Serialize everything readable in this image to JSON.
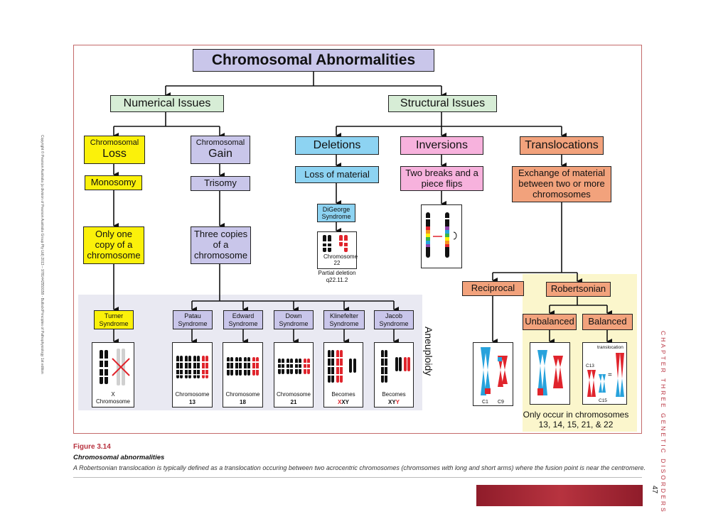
{
  "title": "Chromosomal Abnormalities",
  "numerical": "Numerical Issues",
  "structural": "Structural Issues",
  "loss": {
    "small": "Chromosomal",
    "big": "Loss"
  },
  "gain": {
    "small": "Chromosomal",
    "big": "Gain"
  },
  "monosomy": "Monosomy",
  "trisomy": "Trisomy",
  "only_one": "Only one copy of a chromosome",
  "three_copies": "Three copies of a chromosome",
  "deletions": "Deletions",
  "inversions": "Inversions",
  "translocations": "Translocations",
  "loss_material": "Loss of material",
  "two_breaks": "Two breaks and a piece flips",
  "exchange": "Exchange of material between two or more chromosomes",
  "digeorge": "DiGeorge Syndrome",
  "deletion_karyo": {
    "label": "Chromosome 22",
    "note1": "Partial deletion",
    "note2": "q22.11.2"
  },
  "reciprocal": "Reciprocal",
  "robertsonian": "Robertsonian",
  "unbalanced": "Unbalanced",
  "balanced": "Balanced",
  "aneuploidy": "Aneuploidy",
  "syndromes": {
    "turner": "Turner Syndrome",
    "patau": "Patau Syndrome",
    "edward": "Edward Syndrome",
    "down": "Down Syndrome",
    "klinefelter": "Klinefelter Syndrome",
    "jacob": "Jacob Syndrome"
  },
  "karyo": {
    "turner": {
      "l1": "X",
      "l2": "Chromosome"
    },
    "patau": {
      "l1": "Chromosome",
      "l2": "13"
    },
    "edward": {
      "l1": "Chromosome",
      "l2": "18"
    },
    "down": {
      "l1": "Chromosome",
      "l2": "21"
    },
    "klinefelter": {
      "l1": "Becomes",
      "l2a": "X",
      "l2b": "XY"
    },
    "jacob": {
      "l1": "Becomes",
      "l2a": "XY",
      "l2b": "Y"
    }
  },
  "reciprocal_labels": {
    "c1": "C1",
    "c9": "C9"
  },
  "balanced_labels": {
    "translocation": "translocation",
    "c13": "C13",
    "c15": "C15",
    "eq": "="
  },
  "only_occur": "Only occur in chromosomes 13, 14, 15, 21, & 22",
  "caption": {
    "fig": "Figure 3.14",
    "title": "Chromosomal abnormalities",
    "text": "A Robertsonian translocation is typically defined as a translocation occuring between two acrocentric chromosomes (chromsomes with long and short arms) where the fusion point is near the centromere."
  },
  "chapter": "CHAPTER THREE GENETIC DISORDERS",
  "page_number": "47",
  "copyright": "Copyright © Pearson Australia (a division of Pearson Australia Group Pty Ltd) 2013 – 9781442559158 - Bullock/Principles of Pathophysiology 1st edition",
  "colors": {
    "red": "#e0242c",
    "blue": "#27a2dc",
    "frame": "#c46a6a",
    "accent": "#b8323f"
  }
}
